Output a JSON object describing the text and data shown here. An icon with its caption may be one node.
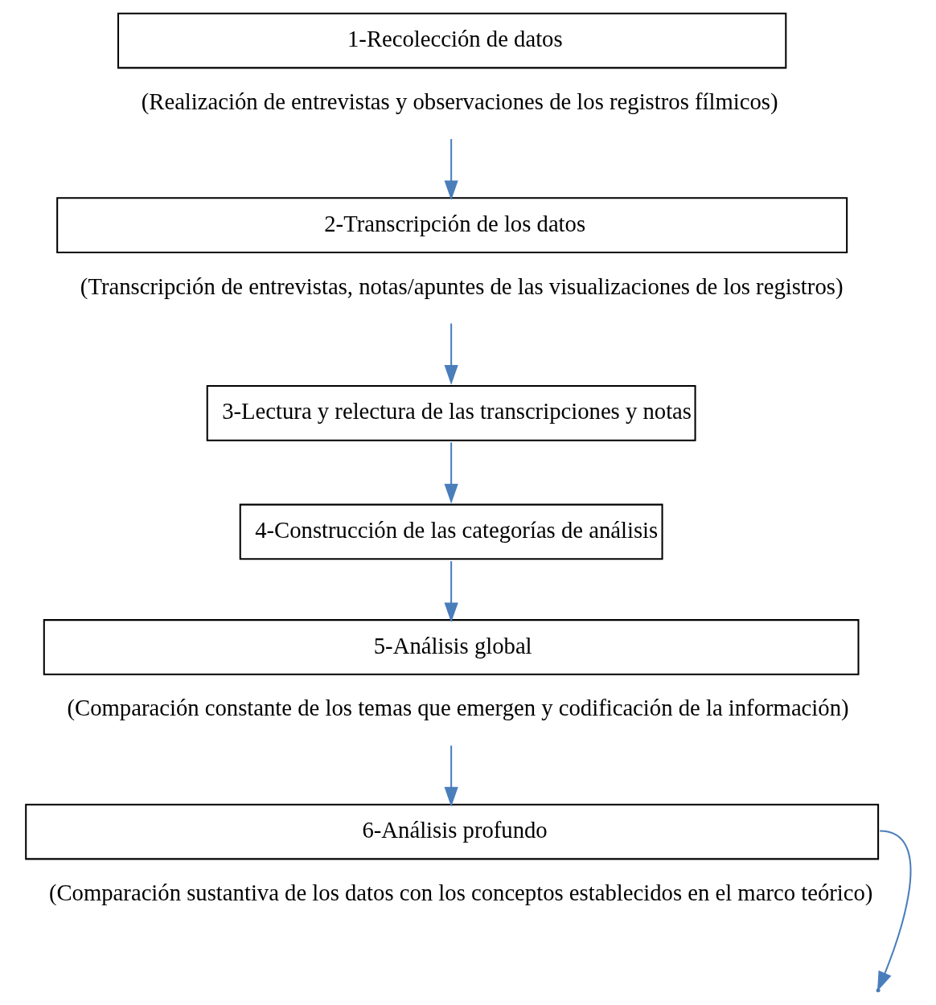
{
  "diagram": {
    "nodes": [
      {
        "text": [
          "1-Recolección de datos"
        ],
        "beside": [
          "(Realización de entrevistas y observaciones de los registros fílmicos)"
        ]
      },
      {
        "text": [
          "2-Transcripción de los datos"
        ],
        "beside": [
          "(Transcripción de entrevistas, notas/apuntes de las visualizaciones de los registros)"
        ]
      },
      {
        "text": [
          "3-Lectura y relectura de las transcripciones y notas"
        ]
      },
      {
        "text": [
          "4-Construcción de las categorías de análisis"
        ]
      },
      {
        "text": [
          "5-Análisis global"
        ],
        "beside": [
          "(Comparación constante de los temas que emergen y codificación de la información)"
        ]
      },
      {
        "text": [
          "6-Análisis profundo"
        ],
        "beside": [
          "(Comparación sustantiva de los datos con los conceptos establecidos en el marco teórico)"
        ]
      }
    ],
    "edges": [
      {
        "from": 0,
        "to": 1,
        "arrow": "to"
      },
      {
        "from": 1,
        "to": 2,
        "arrow": "to"
      },
      {
        "from": 2,
        "to": 3,
        "arrow": "to"
      },
      {
        "from": 3,
        "to": 4,
        "arrow": "to"
      },
      {
        "from": 4,
        "to": 5,
        "arrow": "to"
      },
      {
        "from": 5,
        "to": null,
        "arrow": "to"
      }
    ]
  }
}
